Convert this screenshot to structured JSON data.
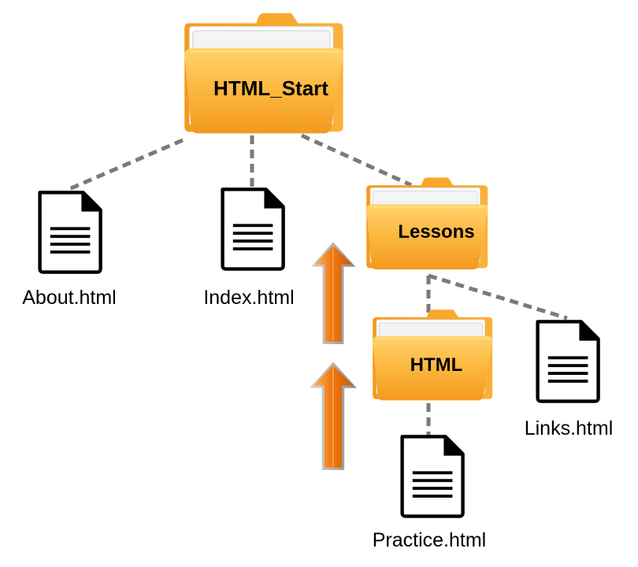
{
  "folders": {
    "root": {
      "label": "HTML_Start",
      "icon": "folder-icon"
    },
    "lessons": {
      "label": "Lessons",
      "icon": "folder-icon"
    },
    "html": {
      "label": "HTML",
      "icon": "folder-icon"
    }
  },
  "files": {
    "about": {
      "label": "About.html",
      "icon": "document-icon"
    },
    "index": {
      "label": "Index.html",
      "icon": "document-icon"
    },
    "links": {
      "label": "Links.html",
      "icon": "document-icon"
    },
    "practice": {
      "label": "Practice.html",
      "icon": "document-icon"
    }
  },
  "arrows": {
    "icon": "up-arrow-icon",
    "count": 2
  },
  "colors": {
    "folder_front": "#fbb43a",
    "folder_back": "#f7a52a",
    "connector": "#7a7a7a",
    "arrow": "#f07a14",
    "document_stroke": "#000000"
  }
}
